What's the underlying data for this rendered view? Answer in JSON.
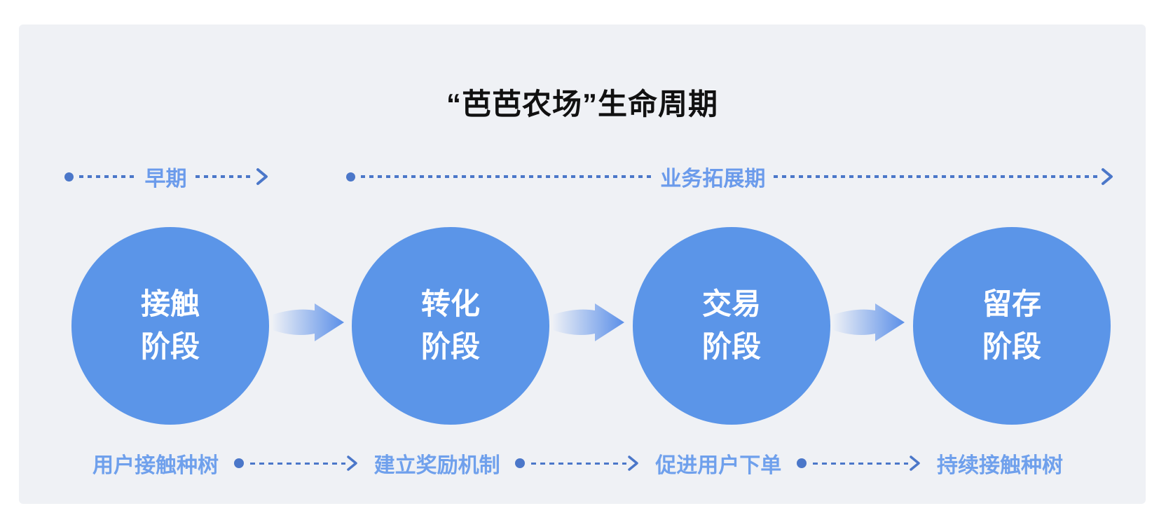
{
  "title": "“芭芭农场”生命周期",
  "timelines": {
    "early": {
      "label": "早期"
    },
    "expansion": {
      "label": "业务拓展期"
    }
  },
  "stages": [
    {
      "line1": "接触",
      "line2": "阶段"
    },
    {
      "line1": "转化",
      "line2": "阶段"
    },
    {
      "line1": "交易",
      "line2": "阶段"
    },
    {
      "line1": "留存",
      "line2": "阶段"
    }
  ],
  "bottom_steps": [
    "用户接触种树",
    "建立奖励机制",
    "促进用户下单",
    "持续接触种树"
  ],
  "colors": {
    "panel_bg": "#EFF1F5",
    "circle_fill": "#5B95E8",
    "circle_text": "#FFFFFF",
    "timeline_line": "#4B77C9",
    "timeline_label": "#6B9BEB",
    "bottom_step_text": "#6FA0EC",
    "title_text": "#111111",
    "arrow_gradient_start": "#EDF0F6",
    "arrow_gradient_end": "#5B8FE8"
  }
}
